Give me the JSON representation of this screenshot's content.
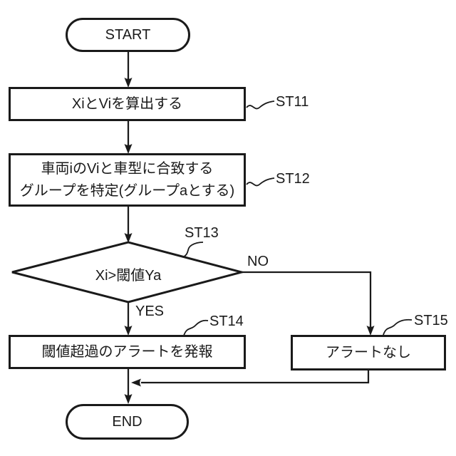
{
  "flowchart": {
    "start": {
      "label": "START"
    },
    "st11": {
      "step": "ST11",
      "label": "XiとViを算出する"
    },
    "st12": {
      "step": "ST12",
      "line1": "車両iのViと車型に合致する",
      "line2": "グループを特定(グループaとする)"
    },
    "st13": {
      "step": "ST13",
      "label": "Xi>閾値Ya",
      "yes_label": "YES",
      "no_label": "NO"
    },
    "st14": {
      "step": "ST14",
      "label": "閾値超過のアラートを発報"
    },
    "st15": {
      "step": "ST15",
      "label": "アラートなし"
    },
    "end": {
      "label": "END"
    },
    "colors": {
      "line": "#1a1a1a",
      "background": "#ffffff"
    }
  }
}
